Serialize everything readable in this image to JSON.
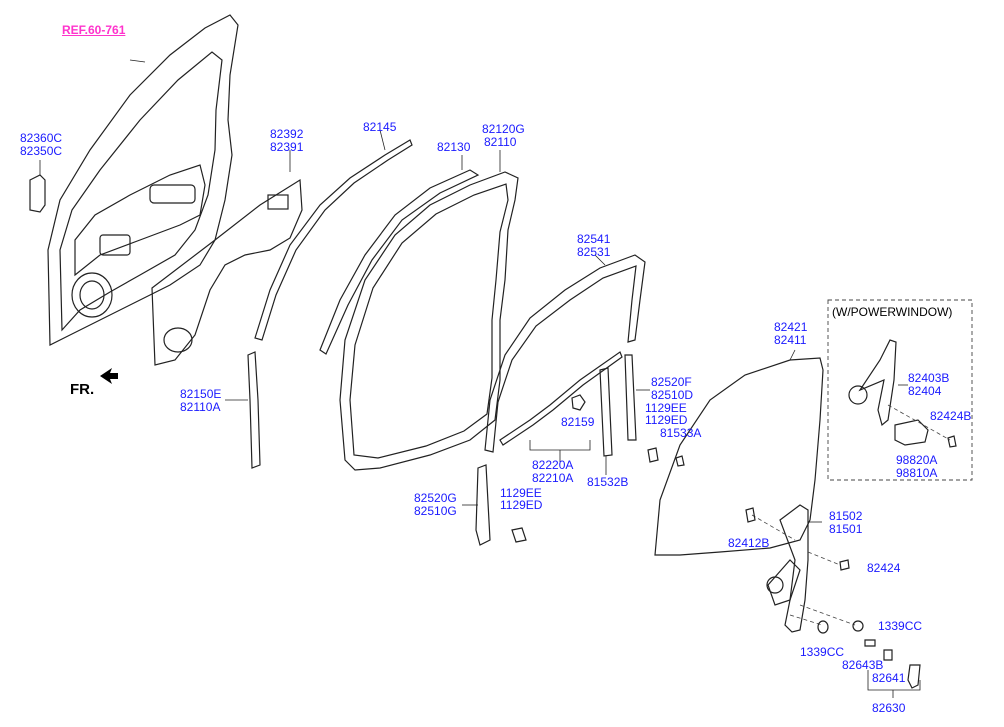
{
  "reference": "REF.60-761",
  "front_indicator": "FR.",
  "option_box_title": "(W/POWERWINDOW)",
  "labels": {
    "l82360c": "82360C",
    "l82350c": "82350C",
    "l82392": "82392",
    "l82391": "82391",
    "l82145": "82145",
    "l82130": "82130",
    "l82120g": "82120G",
    "l82110": "82110",
    "l82541": "82541",
    "l82531": "82531",
    "l82150e": "82150E",
    "l82110a": "82110A",
    "l82159": "82159",
    "l82220a": "82220A",
    "l82210a": "82210A",
    "l82520f": "82520F",
    "l82510d": "82510D",
    "l1129ee_a": "1129EE",
    "l1129ed_a": "1129ED",
    "l81533a": "81533A",
    "l81532b": "81532B",
    "l82520g": "82520G",
    "l82510g": "82510G",
    "l1129ee_b": "1129EE",
    "l1129ed_b": "1129ED",
    "l82421": "82421",
    "l82411": "82411",
    "l82403b": "82403B",
    "l82404": "82404",
    "l82424b": "82424B",
    "l98820a": "98820A",
    "l98810a": "98810A",
    "l81502": "81502",
    "l81501": "81501",
    "l82412b": "82412B",
    "l82424": "82424",
    "l1339cc_a": "1339CC",
    "l1339cc_b": "1339CC",
    "l82643b": "82643B",
    "l82641": "82641",
    "l82630": "82630"
  }
}
